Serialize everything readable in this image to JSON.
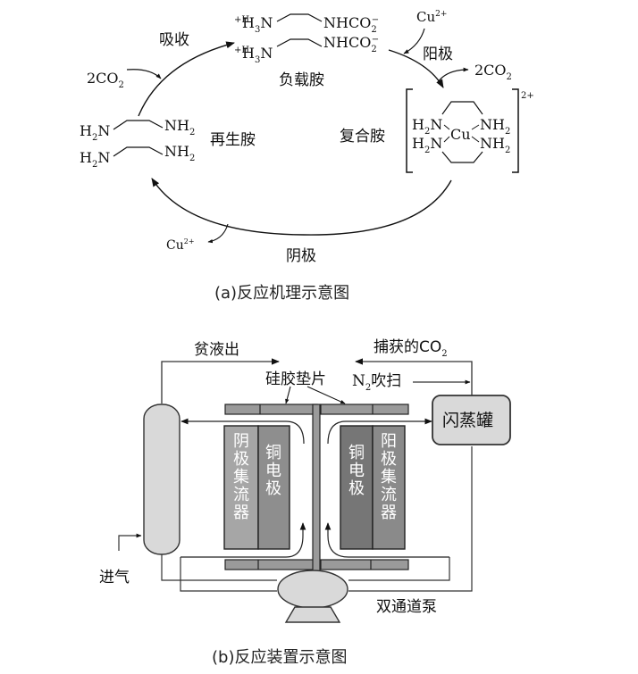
{
  "panel_a": {
    "caption": "(a)反应机理示意图",
    "absorb_label": "吸收",
    "co2_in": "2CO",
    "co2_in_sub": "2",
    "loaded_amine": {
      "label": "负载胺",
      "row1_left": "+H",
      "row1_left_sub": "3",
      "row1_left_n": "N",
      "row1_right": "NHCO",
      "row1_right_sub": "2",
      "row1_right_sup": "−",
      "row2_left": "+H",
      "row2_left_sub": "3",
      "row2_left_n": "N",
      "row2_right": "NHCO",
      "row2_right_sub": "2",
      "row2_right_sup": "−"
    },
    "anode_label": "阳极",
    "cu_in": "Cu",
    "cu_in_sup": "2+",
    "co2_out": "2CO",
    "co2_out_sub": "2",
    "complex_amine": {
      "label": "复合胺",
      "left_top": "H",
      "left_top_sub": "2",
      "left_top_n": "N",
      "left_bot": "H",
      "left_bot_sub": "2",
      "left_bot_n": "N",
      "center": "Cu",
      "right_top": "NH",
      "right_top_sub": "2",
      "right_bot": "NH",
      "right_bot_sub": "2",
      "charge": "2+"
    },
    "cathode_label": "阴极",
    "cu_out": "Cu",
    "cu_out_sup": "2+",
    "regen_amine": {
      "label": "再生胺",
      "row1_left": "H",
      "row1_left_sub": "2",
      "row1_left_n": "N",
      "row1_right": "NH",
      "row1_right_sub": "2",
      "row2_left": "H",
      "row2_left_sub": "2",
      "row2_left_n": "N",
      "row2_right": "NH",
      "row2_right_sub": "2"
    }
  },
  "panel_b": {
    "caption": "(b)反应装置示意图",
    "lean_out": "贫液出",
    "captured_co2": "捕获的CO",
    "captured_co2_sub": "2",
    "gasket": "硅胶垫片",
    "n2_sweep_n": "N",
    "n2_sweep_sub": "2",
    "n2_sweep_rest": "吹扫",
    "flash_tank": "闪蒸罐",
    "gas_in": "进气",
    "pump": "双通道泵",
    "cathode_collector": [
      "阴",
      "极",
      "集",
      "流",
      "器"
    ],
    "copper_electrode_left": [
      "铜",
      "电",
      "极"
    ],
    "copper_electrode_right": [
      "铜",
      "电",
      "极"
    ],
    "anode_collector": [
      "阳",
      "极",
      "集",
      "流",
      "器"
    ]
  },
  "colors": {
    "cathode_collector": "#a6a6a6",
    "copper_left": "#8e8e8e",
    "copper_right": "#767676",
    "anode_collector": "#8a8a8a",
    "gasket": "#9a9a9a",
    "vessel": "#d9d9d9",
    "line": "#222222"
  }
}
